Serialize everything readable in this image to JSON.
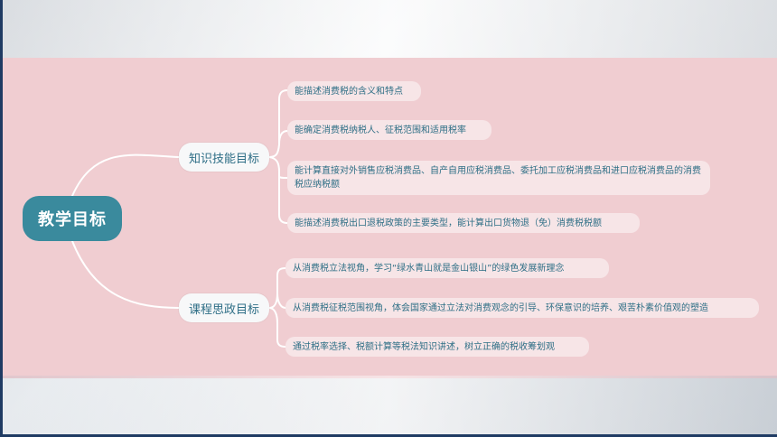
{
  "mindmap": {
    "root": "教学目标",
    "branches": [
      {
        "label": "知识技能目标",
        "items": [
          "能描述消费税的含义和特点",
          "能确定消费税纳税人、征税范围和适用税率",
          "能计算直接对外销售应税消费品、自产自用应税消费品、委托加工应税消费品和进口应税消费品的消费税应纳税额",
          "能描述消费税出口退税政策的主要类型，能计算出口货物退（免）消费税税额"
        ]
      },
      {
        "label": "课程思政目标",
        "items": [
          "从消费税立法视角，学习“绿水青山就是金山银山”的绿色发展新理念",
          "从消费税征税范围视角，体会国家通过立法对消费观念的引导、环保意识的培养、艰苦朴素价值观的塑造",
          "通过税率选择、税额计算等税法知识讲述，树立正确的税收筹划观"
        ]
      }
    ]
  },
  "colors": {
    "band": "#f0cdd1",
    "root_fill": "#3a8a9d",
    "branch_text": "#2e6e86",
    "leaf_fill": "#f7e5e7",
    "connector": "#ffffff",
    "frame_rule": "#1f3b63"
  }
}
